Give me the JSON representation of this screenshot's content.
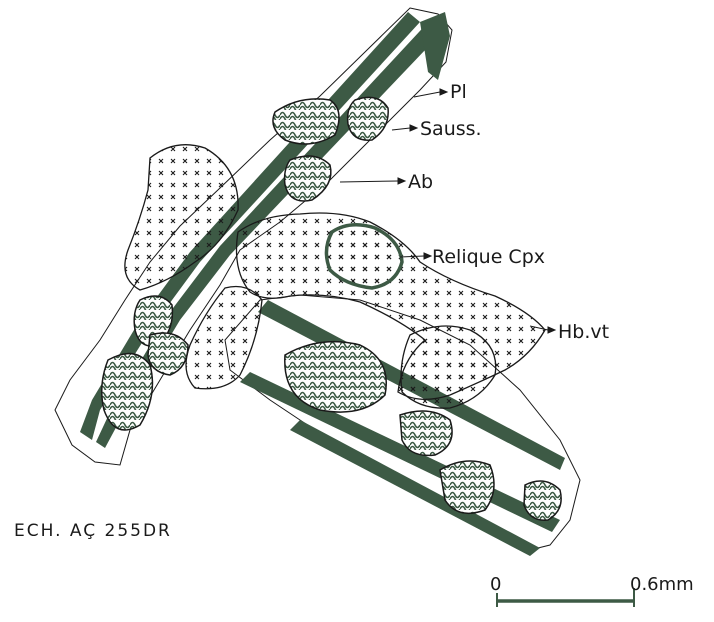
{
  "labels": {
    "pl": "Pl",
    "sauss": "Sauss.",
    "ab": "Ab",
    "relique_cpx": "Relique Cpx",
    "hb_vt": "Hb.vt"
  },
  "sample_id": "ECH. AÇ 255DR",
  "scale_bar": {
    "start": "0",
    "end": "0.6mm"
  },
  "colors": {
    "ink": "#3d5a45",
    "outline": "#1a1a1a",
    "paper": "#ffffff"
  }
}
